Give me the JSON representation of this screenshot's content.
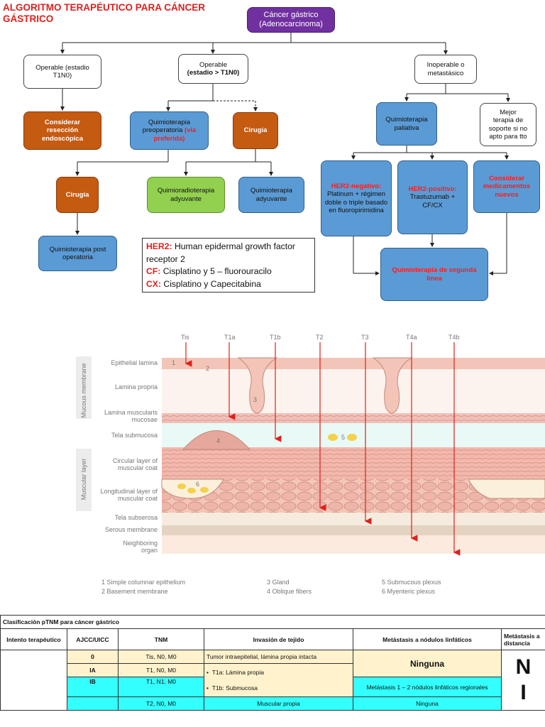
{
  "title": "ALGORITMO TERAPÉUTICO PARA CÁNCER GÁSTRICO",
  "flow": {
    "root": [
      "Cáncer gástrico",
      "(Adenocarcinoma)"
    ],
    "op_t1n0": [
      "Operable (estadio",
      "T1N0)"
    ],
    "op_gt": [
      "Operable",
      "(estadio > T1N0)"
    ],
    "inop": [
      "Inoperable o",
      "metastásico"
    ],
    "resection": [
      "Considerar",
      "resección",
      "endoscópica"
    ],
    "preop_a": "Quimioterapia preoperatoria ",
    "preop_b": "(vía preferida)",
    "surgery1": "Cirugía",
    "surgery2": "Cirugía",
    "qrt": [
      "Quimioradioterapia",
      "adyuvante"
    ],
    "qt_adj": [
      "Quimioterapia",
      "adyuvante"
    ],
    "qt_post": [
      "Quimioterapia post",
      "operatoria"
    ],
    "palliative": [
      "Quimioterapia",
      "paliativa"
    ],
    "support": [
      "Mejor",
      "terapia de",
      "soporte si no",
      "apto para tto"
    ],
    "her2neg_title": "HER2-negativo:",
    "her2neg_body": "Platinum + régimen doble o triple basado en fluoropirimidina",
    "her2pos_title": "HER2-positivo:",
    "her2pos_body": "Trastuzumab + CF/CX",
    "new_drugs": [
      "Considerar",
      "medicamentos",
      "nuevos"
    ],
    "second_line": [
      "Quimioterapia de segunda",
      "línea"
    ]
  },
  "legend": [
    {
      "key": "HER2:",
      "text": " Human epidermal growth factor receptor 2"
    },
    {
      "key": "CF:",
      "text": " Cisplatino y 5 – fluorouracilo"
    },
    {
      "key": "CX:",
      "text": " Cisplatino y Capecitabina"
    }
  ],
  "anatomy": {
    "t_labels": [
      "Tis",
      "T1a",
      "T1b",
      "T2",
      "T3",
      "T4a",
      "T4b"
    ],
    "side_mucous": "Mucous membrane",
    "side_muscular": "Muscular layer",
    "layers": [
      "Epithelial lamina",
      "Lamina propria",
      "Lamina muscularis mucosae",
      "Tela submucosa",
      "Circular layer of muscular coat",
      "Longitudinal layer of muscular coat",
      "Tela subserosa",
      "Serous membrane",
      "Neighboring organ"
    ],
    "numbers": [
      "1",
      "2",
      "3",
      "4",
      "5",
      "6"
    ],
    "footnotes": [
      "1  Simple columnar epithelium",
      "2  Basement membrane",
      "3  Gland",
      "4  Oblique fibers",
      "5  Submucous plexus",
      "6  Myenteric plexus"
    ]
  },
  "table": {
    "caption": "Clasificación pTNM para cáncer gástrico",
    "headers": [
      "Intento terapéutico",
      "AJCC/UICC",
      "TNM",
      "Invasión de tejido",
      "Metástasis a nódulos linfáticos",
      "Metástasis a distancia"
    ],
    "rows": [
      {
        "stage": "0",
        "tnm": "Tis, N0, M0",
        "inv": "Tumor intraepitelial, lámina propia intacta"
      },
      {
        "stage": "IA",
        "tnm": "T1, N0, M0",
        "inv": "T1a: Lámina propia"
      },
      {
        "stage": "IB",
        "tnm": "T1, N1, M0",
        "inv": "T1b: Submucosa"
      },
      {
        "stage": "",
        "tnm": "T2, N0, M0",
        "inv": "Muscular propia"
      }
    ],
    "nodes_none": "Ninguna",
    "nodes_12": "Metástasis 1 – 2 nódulos linfáticos regionales",
    "nodes_none2": "Ninguna",
    "distant": [
      "N",
      "I"
    ]
  }
}
